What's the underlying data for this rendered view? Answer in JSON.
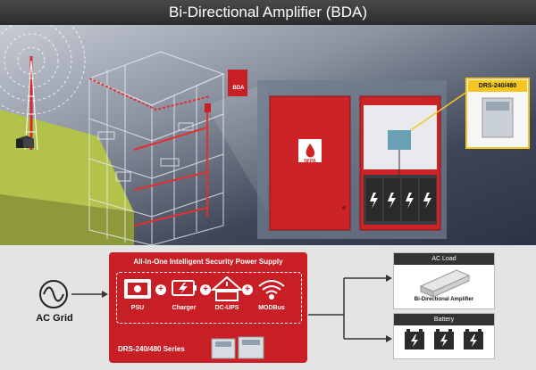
{
  "title": "Bi-Directional Amplifier (BDA)",
  "scene": {
    "bda_tag": "BDA",
    "cabinet_logo": "NFPA",
    "drs_label": "DRS-240/480"
  },
  "supply_box": {
    "title": "All-In-One Intelligent Security Power Supply",
    "items": [
      {
        "label": "PSU",
        "icon": "psu-icon"
      },
      {
        "label": "Charger",
        "icon": "charger-icon"
      },
      {
        "label": "DC-UPS",
        "icon": "dc-ups-icon"
      },
      {
        "label": "MODBus",
        "icon": "wifi-icon"
      }
    ],
    "plus": "+",
    "series_label": "DRS-240/480 Series"
  },
  "ac_grid": {
    "label": "AC Grid",
    "icon": "ac-sine-icon"
  },
  "ac_load": {
    "header": "AC Load",
    "device_label": "Bi-Directional Amplifier"
  },
  "battery": {
    "header": "Battery"
  },
  "colors": {
    "accent_red": "#c71f25",
    "dark_bar": "#333333"
  }
}
